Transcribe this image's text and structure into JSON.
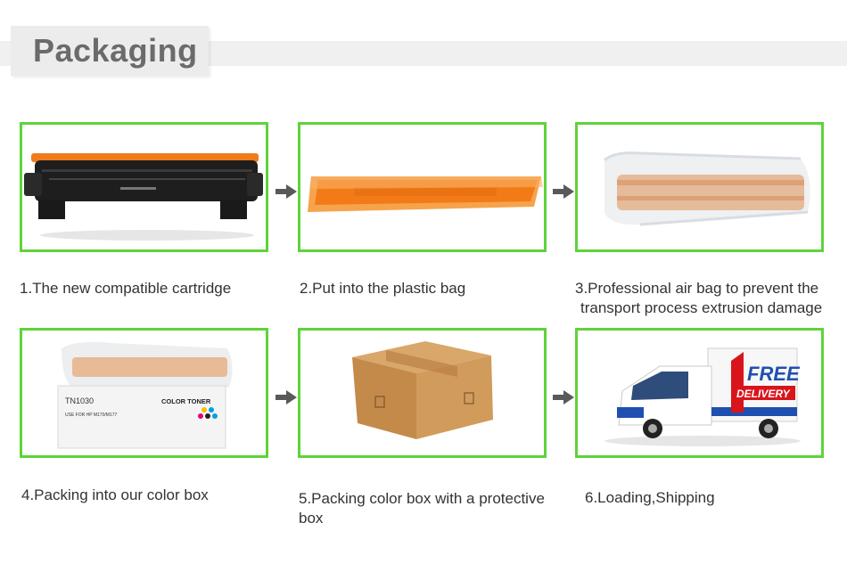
{
  "header": {
    "title": "Packaging"
  },
  "steps": [
    {
      "caption": "1.The new compatible cartridge"
    },
    {
      "caption": "2.Put into the plastic bag"
    },
    {
      "caption": "3.Professional air bag to prevent the",
      "caption2": "transport process extrusion damage"
    },
    {
      "caption": "4.Packing into our color box"
    },
    {
      "caption": "5.Packing color box with a protective",
      "caption2": "box"
    },
    {
      "caption": "6.Loading,Shipping"
    }
  ],
  "box_label": {
    "model": "TN1030",
    "brand": "COLOR TONER",
    "compat": "USE FOR HP M170/M177"
  },
  "truck_label": {
    "line1": "FREE",
    "line2": "DELIVERY"
  },
  "colors": {
    "frame": "#5fd33b",
    "arrow": "#595959",
    "header_text": "#6b6b6b",
    "caption": "#333333"
  }
}
